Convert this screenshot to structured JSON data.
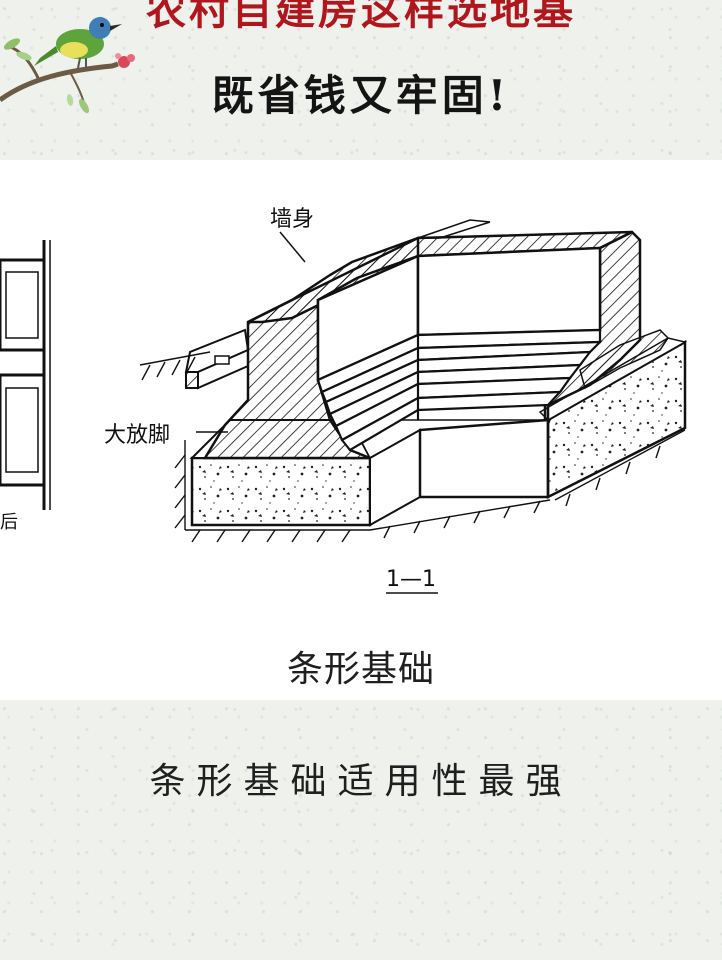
{
  "header": {
    "title_line1": "农村自建房这样选地基",
    "title_line2": "既省钱又牢固!"
  },
  "diagram": {
    "labels": {
      "wall": "墙身",
      "footing_step": "大放脚",
      "section": "1—1",
      "left_fragment": "后"
    }
  },
  "caption": "条形基础",
  "note": "条形基础适用性最强",
  "colors": {
    "title_red": "#b2161d",
    "title_black": "#141414",
    "band_bg": "#eef1ec",
    "bird_green": "#5fa33b"
  },
  "icons": {
    "decoration": "bird-on-branch-icon"
  }
}
